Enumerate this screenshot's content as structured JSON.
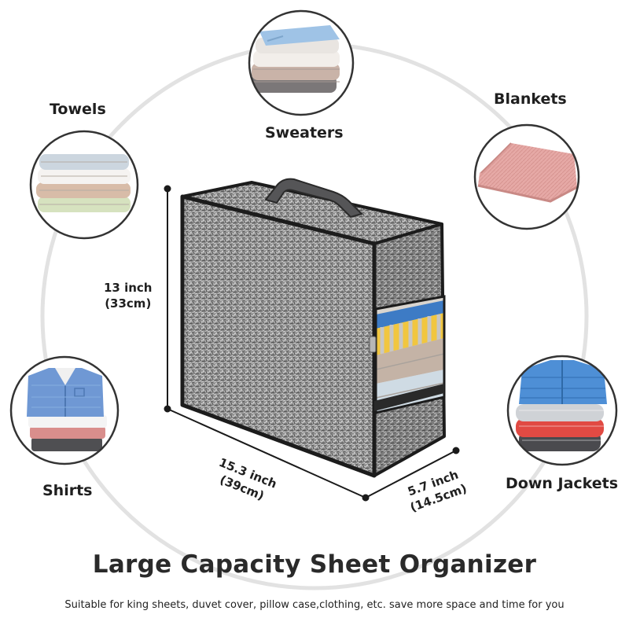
{
  "categories": {
    "sweaters": "Sweaters",
    "towels": "Towels",
    "blankets": "Blankets",
    "shirts": "Shirts",
    "down_jackets": "Down Jackets"
  },
  "dimensions": {
    "height": [
      "13 inch",
      "(33cm)"
    ],
    "width": [
      "15.3 inch",
      "(39cm)"
    ],
    "depth": [
      "5.7 inch",
      "(14.5cm)"
    ]
  },
  "title": "Large Capacity Sheet Organizer",
  "subtitle": "Suitable for king sheets, duvet cover, pillow case,clothing, etc. save more space and time for you",
  "colors": {
    "fabric": "#8c8c8c",
    "trim": "#1c1c1c",
    "ring": "#e2e2e2",
    "circle_border": "#333333"
  }
}
